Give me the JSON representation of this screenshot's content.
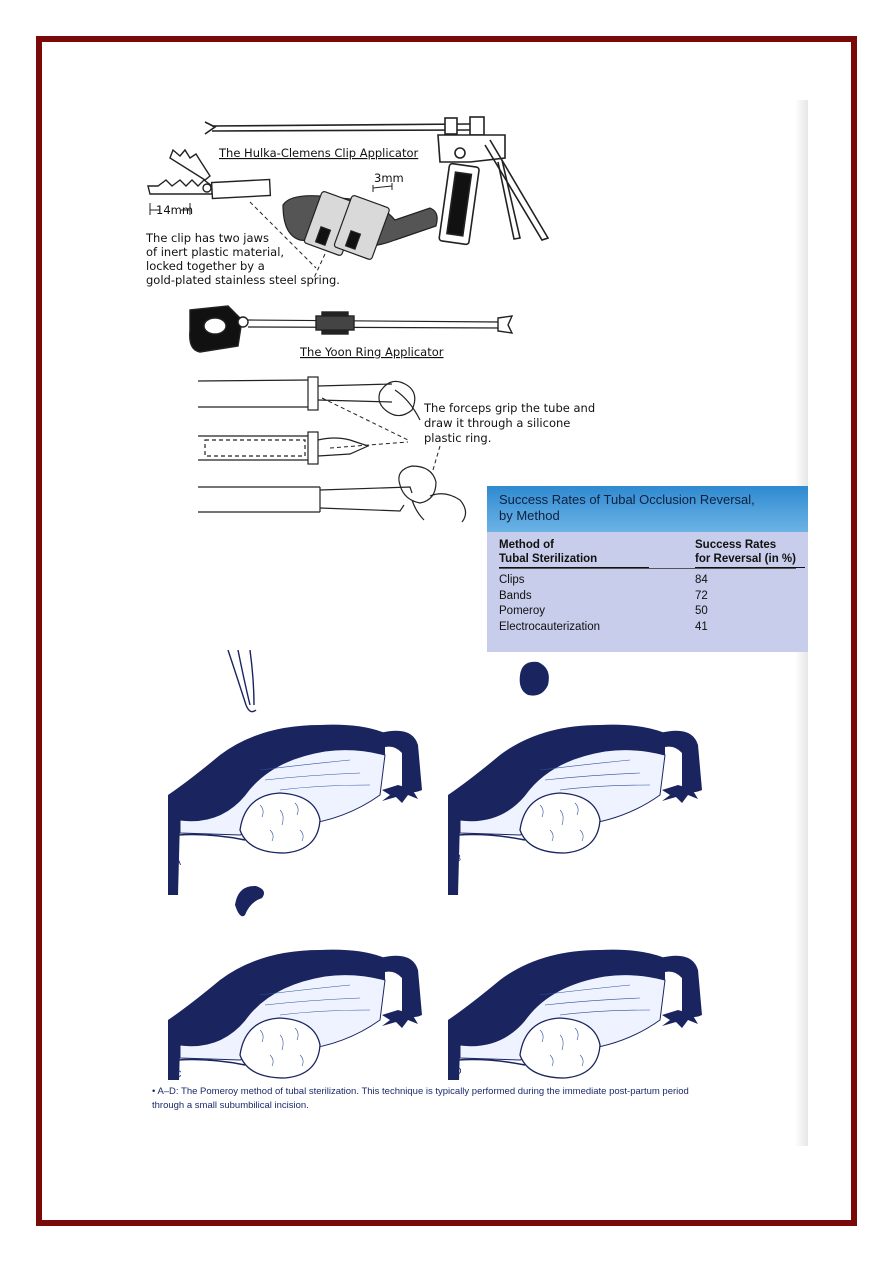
{
  "colors": {
    "frame": "#7a0a0a",
    "table_header": "#2f8ad0",
    "table_body": "#c7cdea",
    "ink": "#1a2560"
  },
  "hulka": {
    "title": "The Hulka-Clemens Clip Applicator",
    "dim_14mm": "14mm",
    "dim_3mm": "3mm",
    "note_lines": [
      "The clip has two jaws",
      "of inert plastic material,",
      "locked together by a",
      "gold-plated stainless steel spring."
    ]
  },
  "yoon": {
    "title": "The Yoon Ring Applicator",
    "note_lines": [
      "The forceps grip the tube and",
      "draw it through a silicone",
      "plastic ring."
    ]
  },
  "table": {
    "title_lines": [
      "Success Rates of Tubal Occlusion Reversal,",
      "by Method"
    ],
    "col_method_lines": [
      "Method of",
      "Tubal Sterilization"
    ],
    "col_rate_lines": [
      "Success Rates",
      "for Reversal (in %)"
    ],
    "rows": [
      {
        "method": "Clips",
        "rate": "84"
      },
      {
        "method": "Bands",
        "rate": "72"
      },
      {
        "method": "Pomeroy",
        "rate": "50"
      },
      {
        "method": "Electrocauterization",
        "rate": "41"
      }
    ]
  },
  "panels": [
    "A",
    "B",
    "C",
    "D"
  ],
  "caption": "• A–D: The Pomeroy method of tubal sterilization. This technique is typically performed during the immediate post-partum period through a small subumbilical incision."
}
